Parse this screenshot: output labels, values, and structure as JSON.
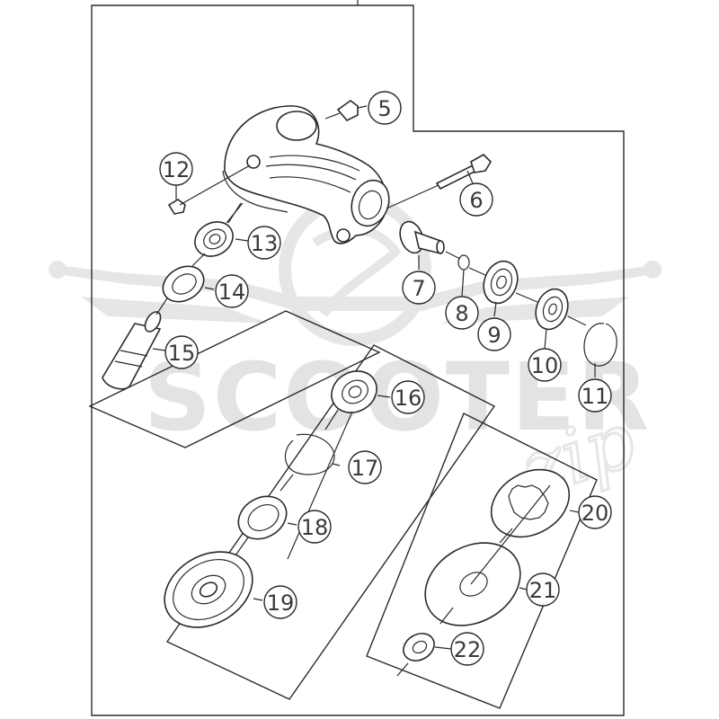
{
  "watermark": {
    "brand": "SCOOTER",
    "suffix": "zip"
  },
  "callouts": [
    {
      "id": "5"
    },
    {
      "id": "6"
    },
    {
      "id": "7"
    },
    {
      "id": "8"
    },
    {
      "id": "9"
    },
    {
      "id": "10"
    },
    {
      "id": "11"
    },
    {
      "id": "12"
    },
    {
      "id": "13"
    },
    {
      "id": "14"
    },
    {
      "id": "15"
    },
    {
      "id": "16"
    },
    {
      "id": "17"
    },
    {
      "id": "18"
    },
    {
      "id": "19"
    },
    {
      "id": "20"
    },
    {
      "id": "21"
    },
    {
      "id": "22"
    }
  ],
  "colors": {
    "line": "#2a2a2a",
    "watermark": "#e3e3e3",
    "background": "#ffffff"
  }
}
